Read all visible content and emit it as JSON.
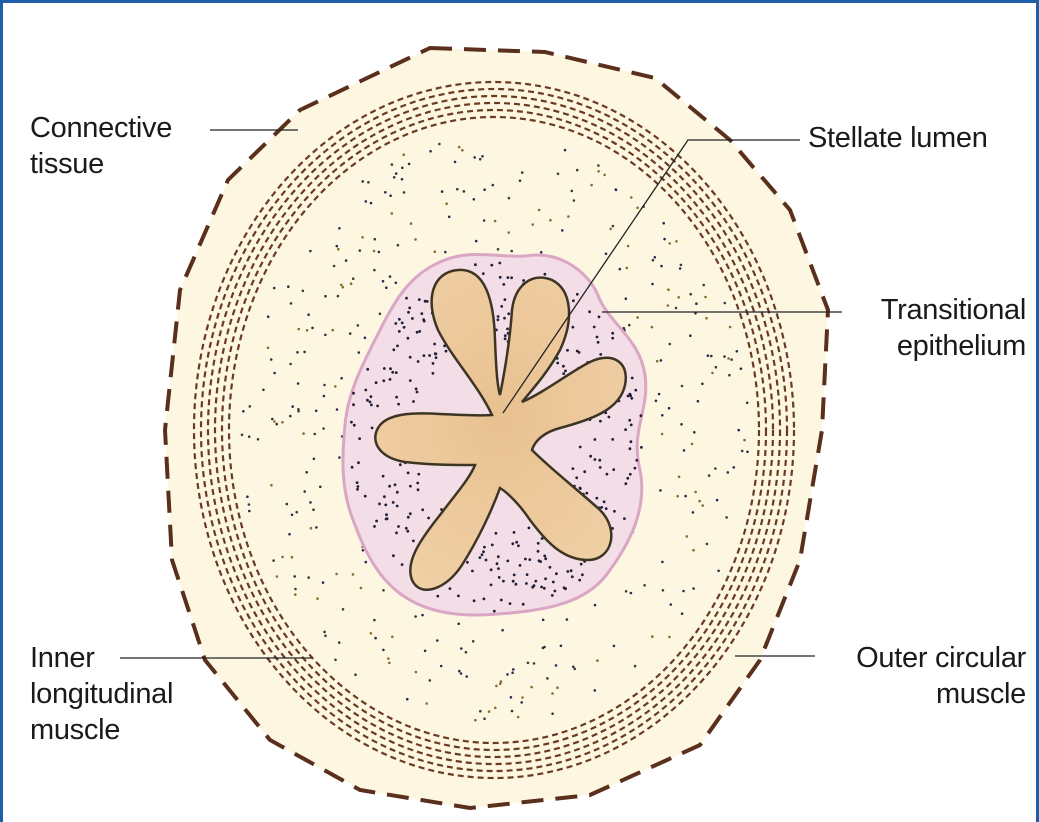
{
  "labels": {
    "connective_tissue": [
      "Connective",
      "tissue"
    ],
    "stellate_lumen": [
      "Stellate lumen"
    ],
    "transitional_epithelium": [
      "Transitional",
      "epithelium"
    ],
    "inner_longitudinal_muscle": [
      "Inner",
      "longitudinal",
      "muscle"
    ],
    "outer_circular_muscle": [
      "Outer circular",
      "muscle"
    ]
  },
  "colors": {
    "frame": "#1e5fa8",
    "background_tissue": "#fdf7e2",
    "muscle_dashes": "#6b3a22",
    "epithelium_fill": "#f3dde6",
    "epithelium_outline": "#d9a6c4",
    "lumen_fill": "#ebc497",
    "lumen_outline": "#3d3524",
    "leader_lines": "#222222"
  }
}
